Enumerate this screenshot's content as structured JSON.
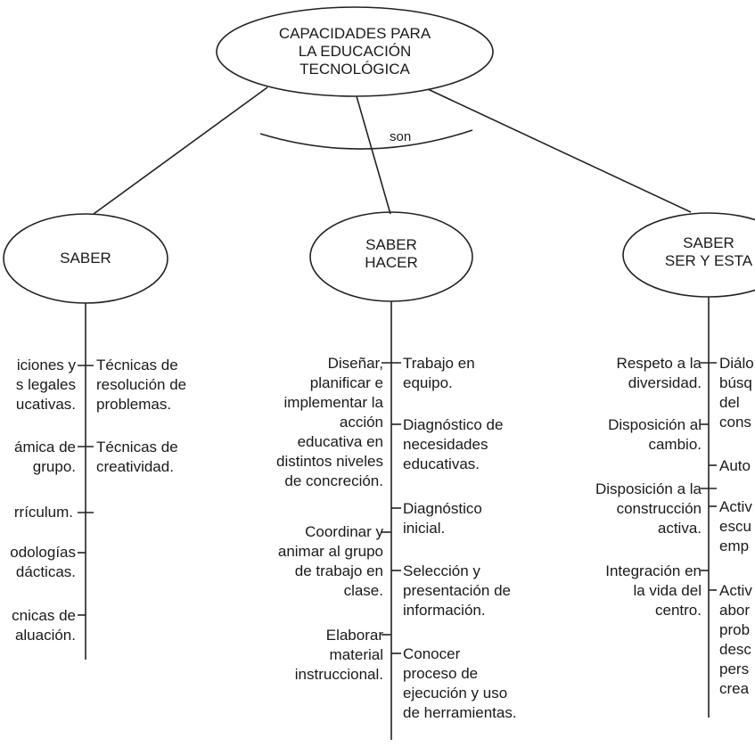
{
  "root": {
    "label": "CAPACIDADES PARA\nLA EDUCACIÓN\nTECNOLÓGICA",
    "connector": "son"
  },
  "branches": [
    {
      "label": "SABER",
      "left_items": [
        "iciones y\ns legales\nucativas.",
        "ámica de\ngrupo.",
        "rrículum.",
        "odologías\ndácticas.",
        "cnicas de\naluación."
      ],
      "right_items": [
        "Técnicas de\nresolución de\nproblemas.",
        "Técnicas de\ncreatividad."
      ]
    },
    {
      "label": "SABER\nHACER",
      "left_items": [
        "Diseñar,\nplanificar e\nimplementar la\nacción\neducativa en\ndistintos niveles\nde concreción.",
        "Coordinar y\nanimar al grupo\nde trabajo en\nclase.",
        "Elaborar\nmaterial\ninstruccional."
      ],
      "right_items": [
        "Trabajo en\nequipo.",
        "Diagnóstico de\nnecesidades\neducativas.",
        "Diagnóstico\ninicial.",
        "Selección y\npresentación de\ninformación.",
        "Conocer\nproceso de\nejecución y uso\nde herramientas."
      ]
    },
    {
      "label": "SABER\nSER Y ESTA",
      "left_items": [
        "Respeto a la\ndiversidad.",
        "Disposición al\ncambio.",
        "Disposición a la\nconstrucción\nactiva.",
        "Integración en\nla vida del\ncentro."
      ],
      "right_items": [
        "Diálo\nbúsq\ndel\ncons",
        "Auto",
        "Activ\nescu\nemp",
        "Activ\nabor\nprob\ndesc\npers\ncrea"
      ]
    }
  ]
}
